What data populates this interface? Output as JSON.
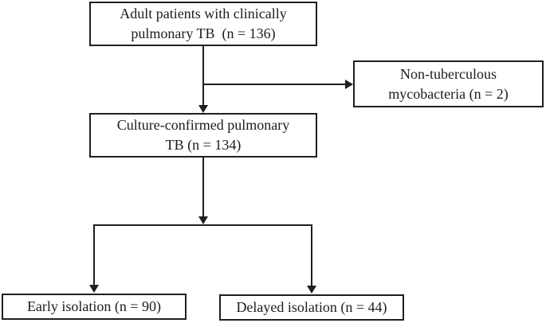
{
  "figure": {
    "type": "flowchart",
    "background_color": "#ffffff",
    "line_color": "#1f1f1f",
    "text_color": "#1c1c1c"
  },
  "boxes": {
    "top": {
      "lines": [
        "Adult patients with clinically",
        "pulmonary TB  (n = 136)"
      ]
    },
    "ntm": {
      "lines": [
        "Non-tuberculous",
        "mycobacteria (n = 2)"
      ]
    },
    "culture": {
      "lines": [
        "Culture-confirmed pulmonary",
        "TB (n = 134)"
      ]
    },
    "early": {
      "lines": [
        "Early isolation (n = 90)"
      ]
    },
    "delayed": {
      "lines": [
        "Delayed isolation (n = 44)"
      ]
    }
  }
}
